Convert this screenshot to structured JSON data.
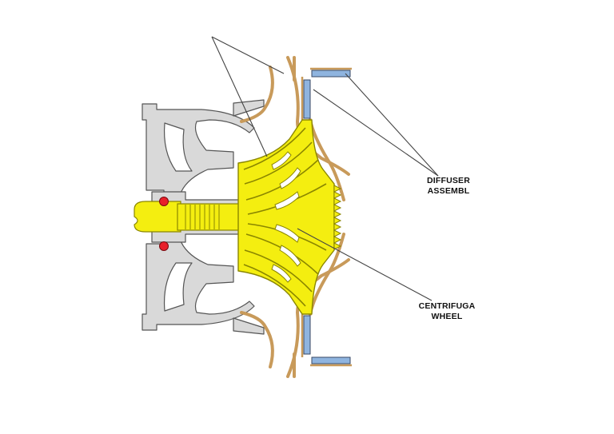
{
  "labels": {
    "diffuser": {
      "line1": "DIFFUSER",
      "line2": "ASSEMBL"
    },
    "wheel": {
      "line1": "CENTRIFUGA",
      "line2": "WHEEL"
    }
  },
  "colors": {
    "background": "#ffffff",
    "wheel": "#f4ee10",
    "wheel_outline": "#8a8600",
    "housing": "#d9d9d9",
    "housing_outline": "#555555",
    "shroud": "#c89a5a",
    "diffuser_vane": "#8fb4df",
    "bearing_ball": "#e8202a",
    "leader_line": "#444444"
  }
}
